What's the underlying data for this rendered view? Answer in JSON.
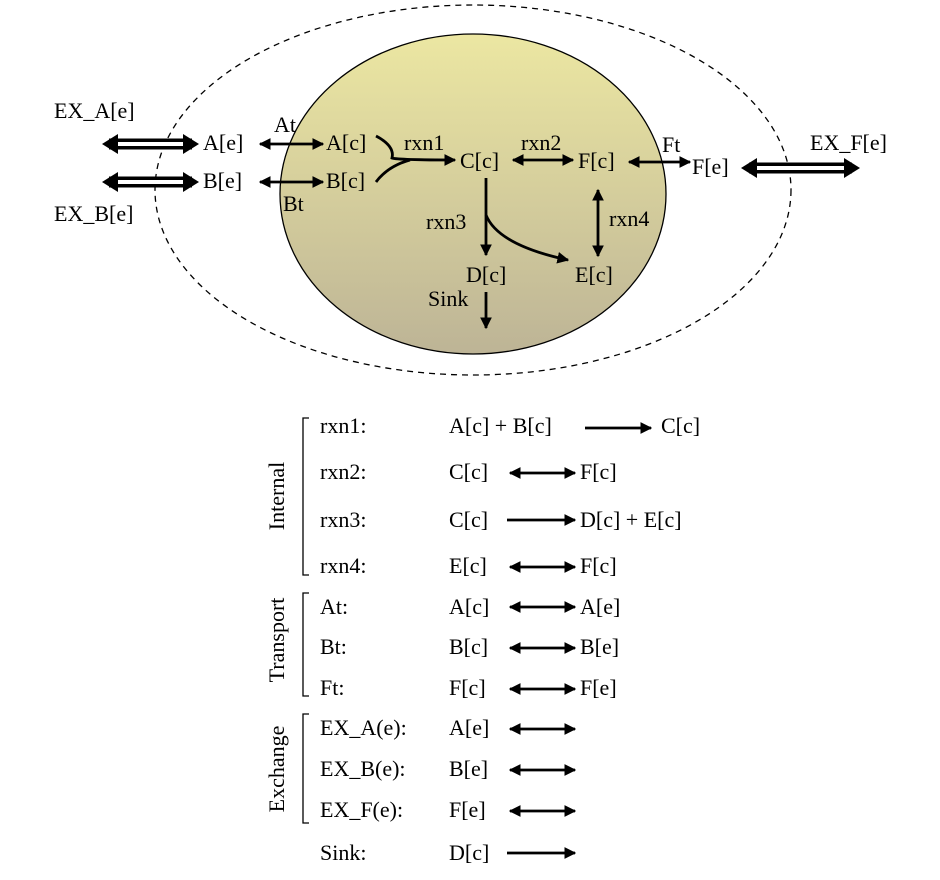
{
  "colors": {
    "cell_top": "#ece7a2",
    "cell_bottom": "#bdb496",
    "ink": "#000000"
  },
  "diagram": {
    "ex_a": "EX_A[e]",
    "ex_b": "EX_B[e]",
    "ex_f": "EX_F[e]",
    "a_e": "A[e]",
    "b_e": "B[e]",
    "f_e": "F[e]",
    "at": "At",
    "bt": "Bt",
    "ft": "Ft",
    "a_c": "A[c]",
    "b_c": "B[c]",
    "c_c": "C[c]",
    "f_c": "F[c]",
    "d_c": "D[c]",
    "e_c": "E[c]",
    "rxn1": "rxn1",
    "rxn2": "rxn2",
    "rxn3": "rxn3",
    "rxn4": "rxn4",
    "sink": "Sink"
  },
  "legend": {
    "sections": {
      "internal": "Internal",
      "transport": "Transport",
      "exchange": "Exchange"
    },
    "rows": [
      {
        "name": "rxn1:",
        "left": "A[c] + B[c]",
        "right": "C[c]",
        "arrow": "forward"
      },
      {
        "name": "rxn2:",
        "left": "C[c]",
        "right": "F[c]",
        "arrow": "both"
      },
      {
        "name": "rxn3:",
        "left": "C[c]",
        "right": "D[c] + E[c]",
        "arrow": "forward"
      },
      {
        "name": "rxn4:",
        "left": "E[c]",
        "right": "F[c]",
        "arrow": "both"
      },
      {
        "name": "At:",
        "left": "A[c]",
        "right": "A[e]",
        "arrow": "both"
      },
      {
        "name": "Bt:",
        "left": "B[c]",
        "right": "B[e]",
        "arrow": "both"
      },
      {
        "name": "Ft:",
        "left": "F[c]",
        "right": "F[e]",
        "arrow": "both"
      },
      {
        "name": "EX_A(e):",
        "left": "A[e]",
        "right": "",
        "arrow": "both"
      },
      {
        "name": "EX_B(e):",
        "left": "B[e]",
        "right": "",
        "arrow": "both"
      },
      {
        "name": "EX_F(e):",
        "left": "F[e]",
        "right": "",
        "arrow": "both"
      },
      {
        "name": "Sink:",
        "left": "D[c]",
        "right": "",
        "arrow": "forward"
      }
    ]
  }
}
